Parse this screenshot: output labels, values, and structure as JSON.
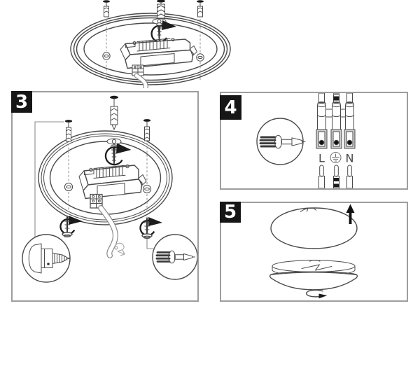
{
  "colors": {
    "badge-bg": "#161616",
    "badge-fg": "#ffffff",
    "line": "#4a4a4a",
    "panel-border": "#9e9e9e",
    "wire-dark": "#8e8e8e",
    "wire-light": "#c9c9c9",
    "tool-gray": "#c4c4c4",
    "wall-gray": "#9e9e9e"
  },
  "panels": {
    "step3": {
      "number": "3"
    },
    "step4": {
      "number": "4",
      "terminal_labels": {
        "live": "L",
        "neutral": "N"
      }
    },
    "step5": {
      "number": "5"
    }
  }
}
